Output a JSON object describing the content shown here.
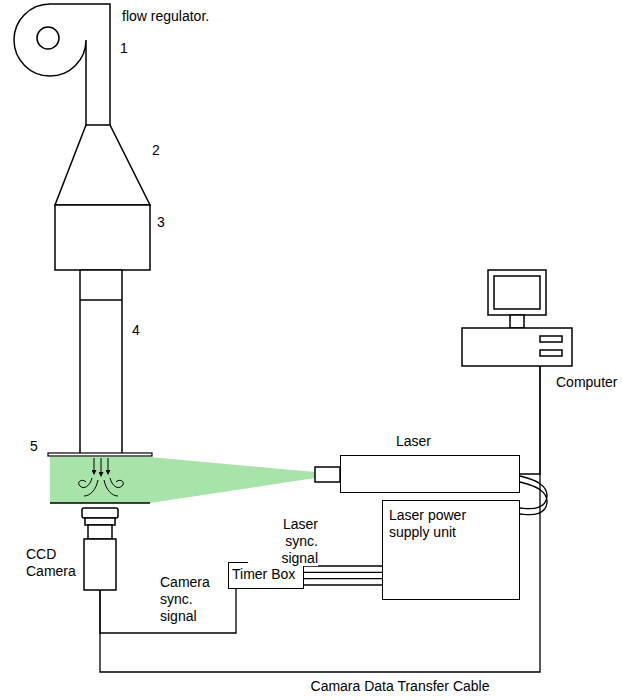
{
  "diagram": {
    "nodes": [
      {
        "text": [
          "Computer"
        ]
      },
      {
        "text": [
          "Laser"
        ]
      },
      {
        "text": [
          "Laser power supply unit"
        ]
      },
      {
        "text": [
          "Timer Box"
        ]
      },
      {
        "text": [
          "CCD Camera"
        ]
      }
    ],
    "edges": [
      {
        "from": 2,
        "to": 1,
        "arrow": "none"
      },
      {
        "from": 3,
        "to": 2,
        "arrow": "none",
        "label": "Laser sync. signal"
      },
      {
        "from": 3,
        "to": 4,
        "arrow": "none",
        "label": "Camera sync. signal"
      },
      {
        "from": 4,
        "to": 0,
        "arrow": "none",
        "label": "Camara Data Transfer Cable"
      },
      {
        "from": 1,
        "to": 0,
        "arrow": "none"
      }
    ],
    "labels": [
      "flow regulator.",
      "1",
      "2",
      "3",
      "4",
      "5"
    ]
  }
}
